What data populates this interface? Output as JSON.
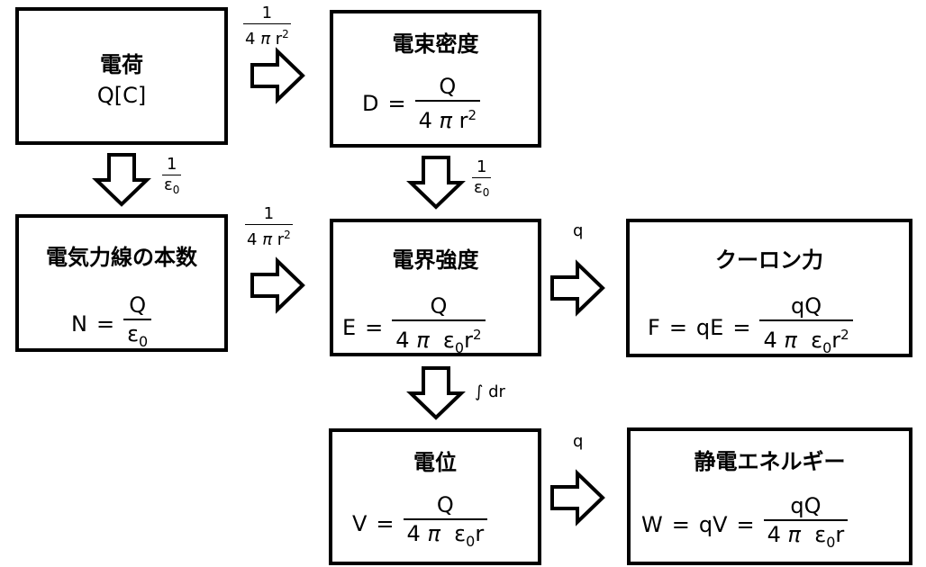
{
  "nodes": {
    "charge": {
      "title": "電荷",
      "subtitle": "Q[C]"
    },
    "flux_density": {
      "title": "電束密度",
      "lhs": "D",
      "eq": "=",
      "num": "Q",
      "den_a": "4",
      "den_pi": "π",
      "den_r": "r",
      "den_exp": "2"
    },
    "field_lines": {
      "title": "電気力線の本数",
      "lhs": "N",
      "eq": "=",
      "num": "Q",
      "den_eps": "ε",
      "den_sub": "0"
    },
    "field_strength": {
      "title": "電界強度",
      "lhs": "E",
      "eq": "=",
      "num": "Q",
      "den_a": "4",
      "den_pi": "π",
      "den_eps": "ε",
      "den_sub": "0",
      "den_r": "r",
      "den_exp": "2"
    },
    "coulomb_force": {
      "title": "クーロン力",
      "lhs": "F",
      "eq": "=",
      "mid": "qE",
      "eq2": "=",
      "num": "qQ",
      "den_a": "4",
      "den_pi": "π",
      "den_eps": "ε",
      "den_sub": "0",
      "den_r": "r",
      "den_exp": "2"
    },
    "potential": {
      "title": "電位",
      "lhs": "V",
      "eq": "=",
      "num": "Q",
      "den_a": "4",
      "den_pi": "π",
      "den_eps": "ε",
      "den_sub": "0",
      "den_r": "r"
    },
    "energy": {
      "title": "静電エネルギー",
      "lhs": "W",
      "eq": "=",
      "mid": "qV",
      "eq2": "=",
      "num": "qQ",
      "den_a": "4",
      "den_pi": "π",
      "den_eps": "ε",
      "den_sub": "0",
      "den_r": "r"
    }
  },
  "edges": {
    "charge_to_flux": {
      "num": "1",
      "den_a": "4",
      "den_pi": "π",
      "den_r": "r",
      "den_exp": "2"
    },
    "charge_to_lines": {
      "num": "1",
      "den_eps": "ε",
      "den_sub": "0"
    },
    "flux_to_field": {
      "num": "1",
      "den_eps": "ε",
      "den_sub": "0"
    },
    "lines_to_field": {
      "num": "1",
      "den_a": "4",
      "den_pi": "π",
      "den_r": "r",
      "den_exp": "2"
    },
    "field_to_force": {
      "label": "q"
    },
    "field_to_potential": {
      "label": "∫ dr"
    },
    "potential_to_energy": {
      "label": "q"
    }
  }
}
